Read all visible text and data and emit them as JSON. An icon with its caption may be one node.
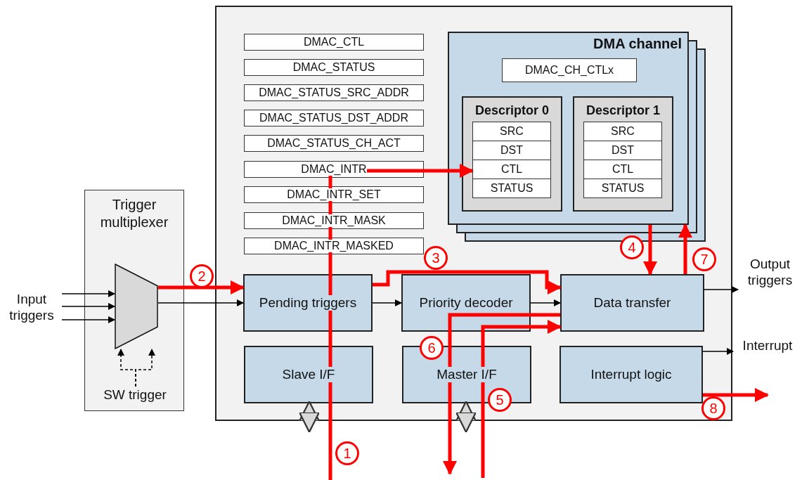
{
  "diagram": {
    "nodes": [
      {
        "text": [],
        "shape": "box"
      },
      {
        "text": [
          "Trigger multiplexer"
        ]
      },
      {
        "text": [],
        "shape": "trapezoid",
        "in": 1
      },
      {
        "text": [
          "Input triggers"
        ]
      },
      {
        "text": [
          "SW trigger"
        ],
        "in": 1
      },
      {
        "text": [
          "DMAC_CTL"
        ],
        "in": 0
      },
      {
        "text": [
          "DMAC_STATUS"
        ],
        "in": 0
      },
      {
        "text": [
          "DMAC_STATUS_SRC_ADDR"
        ],
        "in": 0
      },
      {
        "text": [
          "DMAC_STATUS_DST_ADDR"
        ],
        "in": 0
      },
      {
        "text": [
          "DMAC_STATUS_CH_ACT"
        ],
        "in": 0
      },
      {
        "text": [
          "DMAC_INTR"
        ],
        "in": 0
      },
      {
        "text": [
          "DMAC_INTR_SET"
        ],
        "in": 0
      },
      {
        "text": [
          "DMAC_INTR_MASK"
        ],
        "in": 0
      },
      {
        "text": [
          "DMAC_INTR_MASKED"
        ],
        "in": 0
      },
      {
        "text": [
          "DMA channel"
        ],
        "in": 0
      },
      {
        "text": [
          "DMAC_CH_CTLx"
        ],
        "in": 14
      },
      {
        "text": [
          "Descriptor 0"
        ],
        "in": 14
      },
      {
        "text": [
          "SRC"
        ],
        "in": 16
      },
      {
        "text": [
          "DST"
        ],
        "in": 16
      },
      {
        "text": [
          "CTL"
        ],
        "in": 16
      },
      {
        "text": [
          "STATUS"
        ],
        "in": 16
      },
      {
        "text": [
          "Descriptor 1"
        ],
        "in": 14
      },
      {
        "text": [
          "SRC"
        ],
        "in": 21
      },
      {
        "text": [
          "DST"
        ],
        "in": 21
      },
      {
        "text": [
          "CTL"
        ],
        "in": 21
      },
      {
        "text": [
          "STATUS"
        ],
        "in": 21
      },
      {
        "text": [
          "Pending triggers"
        ],
        "in": 0
      },
      {
        "text": [
          "Priority decoder"
        ],
        "in": 0
      },
      {
        "text": [
          "Data transfer"
        ],
        "in": 0
      },
      {
        "text": [
          "Slave I/F"
        ],
        "in": 0
      },
      {
        "text": [
          "Master I/F"
        ],
        "in": 0
      },
      {
        "text": [
          "Interrupt logic"
        ],
        "in": 0
      },
      {
        "text": [
          "Output triggers"
        ]
      },
      {
        "text": [
          "Interrupt"
        ]
      },
      {
        "text": [
          "1"
        ]
      },
      {
        "text": [
          "2"
        ]
      },
      {
        "text": [
          "3"
        ],
        "in": 0
      },
      {
        "text": [
          "4"
        ],
        "in": 0
      },
      {
        "text": [
          "5"
        ],
        "in": 0
      },
      {
        "text": [
          "6"
        ],
        "in": 0
      },
      {
        "text": [
          "7"
        ],
        "in": 0
      },
      {
        "text": [
          "8"
        ],
        "in": 0
      }
    ],
    "edges": [
      {
        "from": 3,
        "to": 2,
        "arrow": "to"
      },
      {
        "from": 3,
        "to": 2,
        "arrow": "to"
      },
      {
        "from": 3,
        "to": 2,
        "arrow": "to"
      },
      {
        "from": 4,
        "to": 2,
        "arrow": "to",
        "style": "dashed"
      },
      {
        "from": 4,
        "to": 2,
        "arrow": "to",
        "style": "dashed"
      },
      {
        "from": 2,
        "to": 26,
        "arrow": "to"
      },
      {
        "from": 26,
        "to": 27,
        "arrow": "to"
      },
      {
        "from": 27,
        "to": 28,
        "arrow": "to"
      },
      {
        "from": 28,
        "to": 32,
        "arrow": "to"
      },
      {
        "from": 31,
        "to": 33,
        "arrow": "to"
      },
      {
        "from": 29,
        "to": null,
        "arrow": "both",
        "style": "thick",
        "color": "#d9d9d9"
      },
      {
        "from": 30,
        "to": null,
        "arrow": "both",
        "style": "thick",
        "color": "#d9d9d9"
      },
      {
        "from": null,
        "to": 19,
        "arrow": "to",
        "style": "thick",
        "color": "#ff0000"
      },
      {
        "from": 2,
        "to": 26,
        "arrow": "to",
        "style": "thick",
        "color": "#ff0000"
      },
      {
        "from": 26,
        "to": 28,
        "arrow": "to",
        "style": "thick",
        "color": "#ff0000"
      },
      {
        "from": 14,
        "to": 28,
        "arrow": "to",
        "style": "thick",
        "color": "#ff0000"
      },
      {
        "from": null,
        "to": 28,
        "arrow": "to",
        "style": "thick",
        "color": "#ff0000"
      },
      {
        "from": 28,
        "to": null,
        "arrow": "to",
        "style": "thick",
        "color": "#ff0000"
      },
      {
        "from": 28,
        "to": 14,
        "arrow": "to",
        "style": "thick",
        "color": "#ff0000"
      },
      {
        "from": 31,
        "to": null,
        "arrow": "to",
        "style": "thick",
        "color": "#ff0000"
      }
    ]
  }
}
